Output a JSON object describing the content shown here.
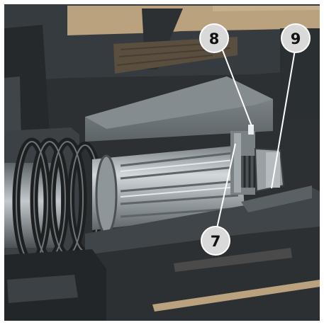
{
  "callouts": [
    {
      "id": "callout-8",
      "label": "8"
    },
    {
      "id": "callout-9",
      "label": "9"
    },
    {
      "id": "callout-7",
      "label": "7"
    }
  ],
  "colors": {
    "frame": "#ffffff",
    "housing_dark": "#2c3032",
    "housing_mid": "#3b4144",
    "block": "#6c7376",
    "block_light": "#8a9194",
    "shaft": "#a9b0b4",
    "sand": "#b9a27d",
    "wood": "#5a4e3f",
    "spring": "#1d1f21",
    "callout_fill": "#d9d9d9",
    "callout_stroke": "#ffffff"
  }
}
